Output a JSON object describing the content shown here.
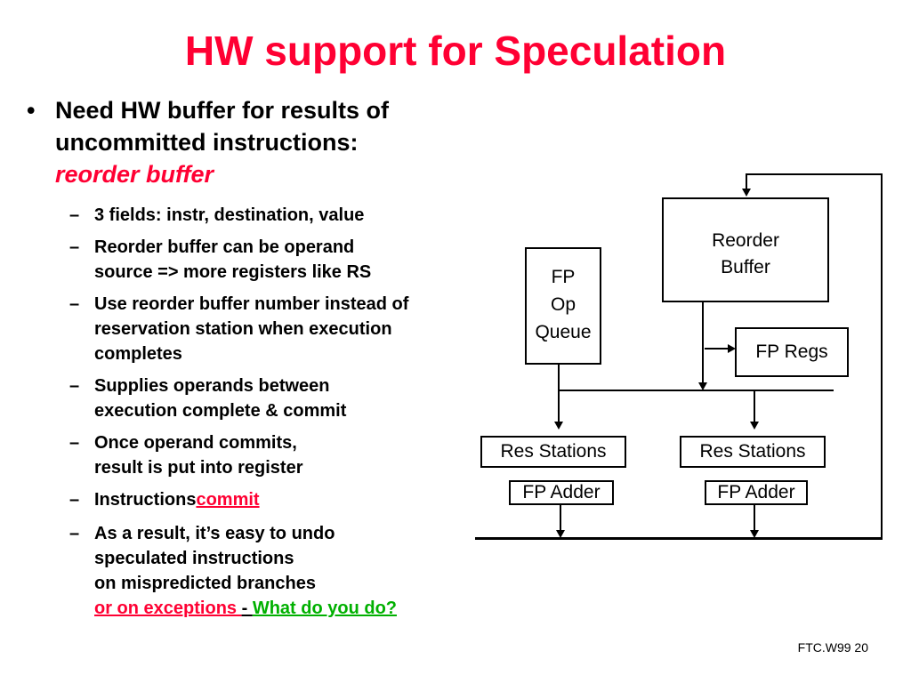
{
  "title": "HW support for Speculation",
  "main_bullet": {
    "marker": "•",
    "line1": "Need HW buffer for results of",
    "line2": "uncommitted instructions:",
    "line3": "reorder buffer"
  },
  "sub_bullets": {
    "dash": "–",
    "b1": "3 fields: instr, destination, value",
    "b2_l1": "Reorder buffer can be operand",
    "b2_l2": "source => more registers like RS",
    "b3_l1": "Use reorder buffer number instead of",
    "b3_l2": "reservation station when execution",
    "b3_l3": "completes",
    "b4_l1": "Supplies operands between",
    "b4_l2": "execution complete & commit",
    "b5_l1": "Once operand commits,",
    "b5_l2": "result is put into register",
    "b6_prefix": "Instructions",
    "b6_red": "commit",
    "b7_l1": "As a result, it’s easy to undo",
    "b7_l2": "speculated instructions",
    "b7_l3": "on mispredicted branches",
    "b7_red": "or on exceptions ",
    "b7_sep": " - ",
    "b7_green": "What do you do?"
  },
  "diagram": {
    "reorder_buffer_l1": "Reorder",
    "reorder_buffer_l2": "Buffer",
    "fp_op_queue_l1": "FP",
    "fp_op_queue_l2": "Op",
    "fp_op_queue_l3": "Queue",
    "fp_regs": "FP Regs",
    "res_stations_left": "Res Stations",
    "res_stations_right": "Res Stations",
    "fp_adder_left": "FP Adder",
    "fp_adder_right": "FP Adder"
  },
  "footer": "FTC.W99 20",
  "colors": {
    "title_red": "#ff0033",
    "emphasis_green": "#00b000"
  }
}
